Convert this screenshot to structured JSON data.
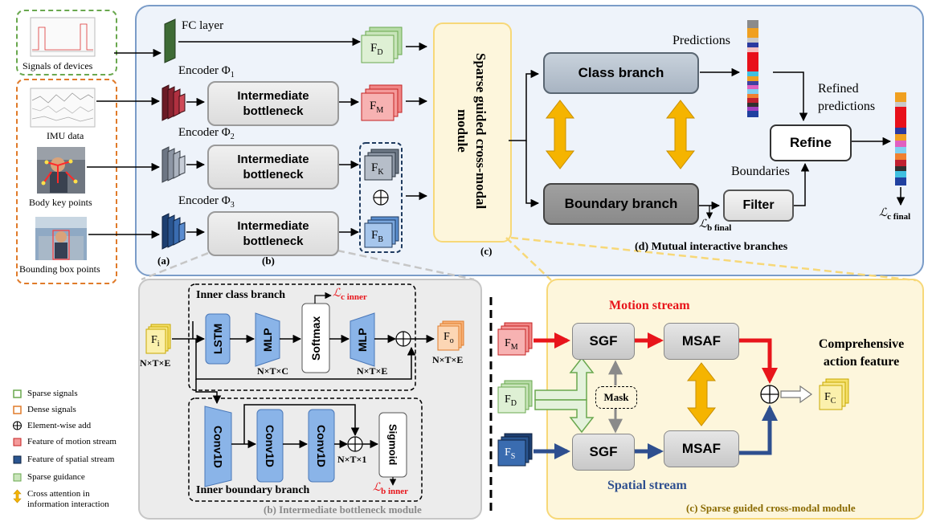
{
  "inputs": {
    "signals": "Signals of devices",
    "imu": "IMU data",
    "body": "Body key points",
    "bbox": "Bounding box points"
  },
  "top": {
    "fc_layer": "FC layer",
    "encoder1": "Encoder Φ",
    "encoder1_sub": "1",
    "encoder2": "Encoder Φ",
    "encoder2_sub": "2",
    "encoder3": "Encoder Φ",
    "encoder3_sub": "3",
    "bottleneck": "Intermediate bottleneck",
    "feat_d": "F",
    "feat_d_sub": "D",
    "feat_m": "F",
    "feat_m_sub": "M",
    "feat_k": "F",
    "feat_k_sub": "K",
    "feat_b": "F",
    "feat_b_sub": "B",
    "label_a": "(a)",
    "label_b": "(b)",
    "label_c": "(c)",
    "sparse_module": "Sparse guided cross-modal module",
    "class_branch": "Class branch",
    "boundary_branch": "Boundary branch",
    "predictions": "Predictions",
    "refined": "Refined predictions",
    "refine": "Refine",
    "boundaries": "Boundaries",
    "filter": "Filter",
    "loss_b_final": "b final",
    "loss_c_final": "c final",
    "mutual_title": "(d) Mutual interactive branches"
  },
  "bottleneck_module": {
    "inner_class": "Inner class branch",
    "loss_c_inner": "c inner",
    "lstm": "LSTM",
    "mlp1": "MLP",
    "softmax": "Softmax",
    "mlp2": "MLP",
    "fi": "F",
    "fi_sub": "i",
    "fo": "F",
    "fo_sub": "o",
    "dim_in": "N×T×E",
    "dim_c": "N×T×C",
    "dim_e": "N×T×E",
    "dim_out": "N×T×E",
    "conv1": "Conv1D",
    "conv2": "Conv1D",
    "conv3": "Conv1D",
    "sigmoid": "Sigmoid",
    "dim_1": "N×T×1",
    "inner_boundary": "Inner boundary branch",
    "loss_b_inner": "b inner",
    "title": "(b) Intermediate bottleneck module"
  },
  "sgcm": {
    "motion_stream": "Motion stream",
    "spatial_stream": "Spatial stream",
    "sgf1": "SGF",
    "sgf2": "SGF",
    "msaf1": "MSAF",
    "msaf2": "MSAF",
    "mask": "Mask",
    "fm": "F",
    "fm_sub": "M",
    "fd": "F",
    "fd_sub": "D",
    "fs": "F",
    "fs_sub": "S",
    "fc": "F",
    "fc_sub": "C",
    "comprehensive": "Comprehensive action feature",
    "title": "(c) Sparse guided cross-modal module"
  },
  "legend": {
    "sparse": "Sparse signals",
    "dense": "Dense signals",
    "add": "Element-wise add",
    "motion": "Feature of motion stream",
    "spatial": "Feature of spatial stream",
    "guidance": "Sparse guidance",
    "cross": "Cross attention in information interaction"
  },
  "colors": {
    "top_panel": "#eef3fa",
    "top_border": "#7a9cc8",
    "bottleneck_panel": "#ececec",
    "sgcm_panel": "#fdf6dc",
    "sgcm_border": "#f7d878",
    "motion_red": "#e8151b",
    "spatial_blue": "#2e4f8f",
    "sparse_green": "#6aa84f",
    "dense_orange": "#e07b2a",
    "gold": "#f5b400",
    "mlp_blue": "#8ab4e8"
  }
}
